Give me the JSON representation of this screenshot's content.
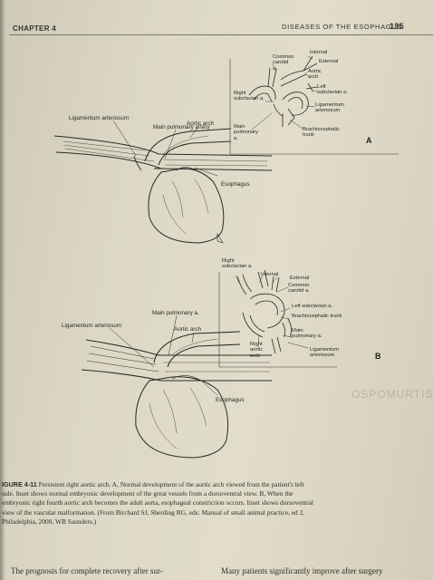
{
  "header": {
    "chapter": "CHAPTER 4",
    "section": "DISEASES OF THE ESOPHAGUS",
    "page_number": "135"
  },
  "figure_a": {
    "letter": "A",
    "labels": {
      "ligamentum": "Ligamentum arteriosum",
      "main_pulmonary": "Main pulmonary artery",
      "aortic_arch": "Aortic arch",
      "esophagus": "Esophagus"
    },
    "inset": {
      "common_carotid": "Common\ncarotid\na.",
      "internal": "Internal",
      "external": "External",
      "aortic_arch": "Aortic\narch",
      "right_subclavian": "Right\nsubclavian a.",
      "left_subclavian": "Left\nsubclavian a.",
      "ligamentum": "Ligamentum\narteriosum",
      "main_pulmonary": "Main\npulmonary\na.",
      "brachiocephalic": "Brachiocephalic\ntrunk"
    }
  },
  "figure_b": {
    "letter": "B",
    "labels": {
      "ligamentum": "Ligamentum arteriosum",
      "main_pulmonary": "Main pulmonary a.",
      "aortic_arch": "Aortic arch",
      "esophagus": "Esophagus"
    },
    "inset": {
      "right_subclavian": "Right\nsubclavian a.",
      "internal": "Internal",
      "external": "External",
      "common_carotid": "Common\ncarotid a.",
      "left_subclavian": "Left subclavian a.",
      "brachiocephalic": "Brachiocephalic trunk",
      "main_pulmonary": "Main\npulmonary a.",
      "right_aortic_arch": "Right\naortic\narch",
      "ligamentum": "Ligamentum\narteriosum"
    }
  },
  "caption": {
    "figure_label": "IGURE 4-11",
    "line1": " Persistent right aortic arch. A, Normal development of the aortic arch viewed from the patient's left",
    "line2": "side. Inset shows normal embryonic development of the great vessels from a dorsoventral view. B, When the",
    "line3": "embryonic right fourth aortic arch becomes the adult aorta, esophageal constriction occurs. Inset shows dorsoventral",
    "line4": "view of the vascular malformation. (From Birchard SJ, Sherding RG, eds: Manual of small animal practice, ed 2,",
    "line5": "Philadelphia, 2000, WB Saunders.)"
  },
  "body": {
    "left_column": "The prognosis for complete recovery after sur-",
    "right_column": "Many patients significantly improve after surgery"
  },
  "watermark": "OSPOMURTIS"
}
